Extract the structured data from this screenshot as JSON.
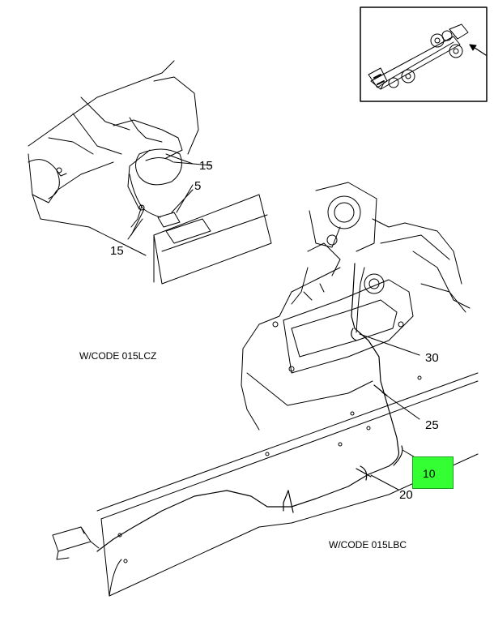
{
  "callouts": {
    "upper_15": "15",
    "five": "5",
    "lower_15": "15",
    "thirty": "30",
    "twenty_five": "25",
    "twenty": "20",
    "ten": "10"
  },
  "captions": {
    "left": "W/CODE 015LCZ",
    "right": "W/CODE 015LBC"
  },
  "colors": {
    "highlight": "#33ff33",
    "line": "#000000"
  }
}
